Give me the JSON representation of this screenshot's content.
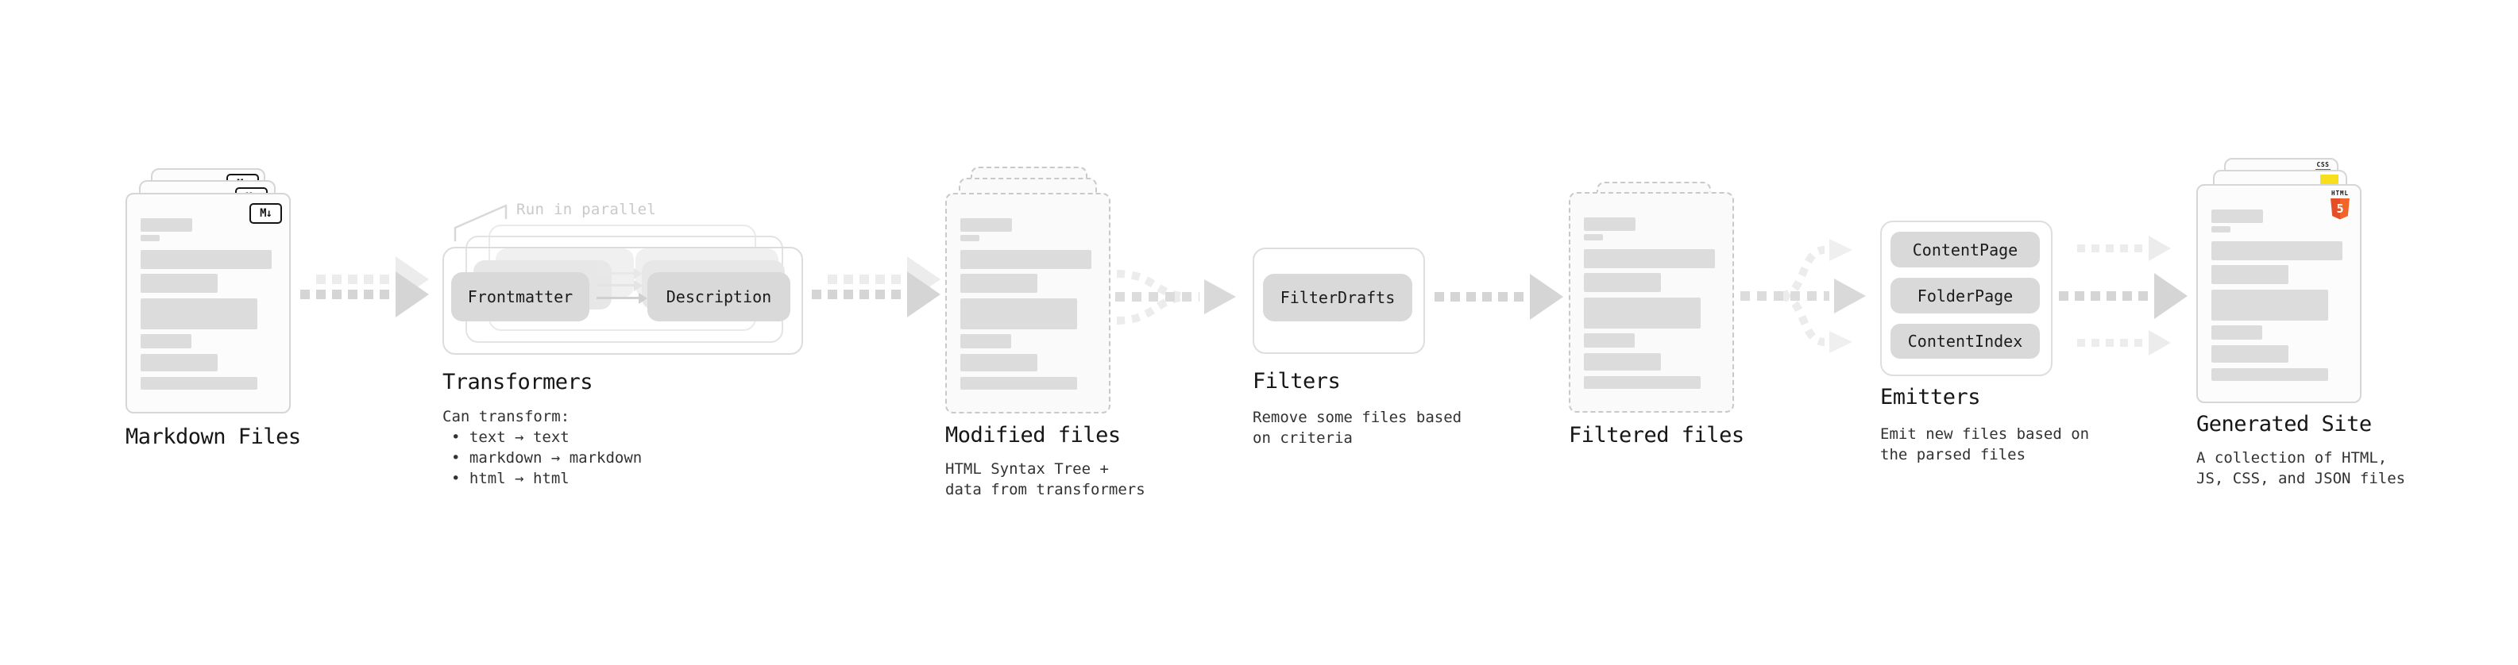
{
  "colors": {
    "html5_orange": "#e44d26",
    "js_yellow": "#f7df1e",
    "css_blue": "#2d63f1"
  },
  "stages": {
    "markdown": {
      "label": "Markdown Files",
      "icon_text": "M↓"
    },
    "transformers": {
      "title": "Transformers",
      "annotation": "Run in parallel",
      "pill_left": "Frontmatter",
      "pill_right": "Description",
      "desc_intro": "Can transform:",
      "bullets": [
        "• text → text",
        "• markdown → markdown",
        "• html → html"
      ]
    },
    "modified": {
      "label": "Modified files",
      "desc_line1": "HTML Syntax Tree +",
      "desc_line2": "data from transformers"
    },
    "filters": {
      "title": "Filters",
      "pill": "FilterDrafts",
      "desc_line1": "Remove some files based",
      "desc_line2": "on criteria"
    },
    "filtered": {
      "label": "Filtered files"
    },
    "emitters": {
      "title": "Emitters",
      "pills": [
        "ContentPage",
        "FolderPage",
        "ContentIndex"
      ],
      "desc_line1": "Emit new files based on",
      "desc_line2": "the parsed files"
    },
    "generated": {
      "label": "Generated Site",
      "desc_line1": "A collection of HTML,",
      "desc_line2": "JS, CSS, and JSON files",
      "badge_html_word": "HTML",
      "badge_html_number": "5",
      "badge_css_word": "CSS"
    }
  }
}
